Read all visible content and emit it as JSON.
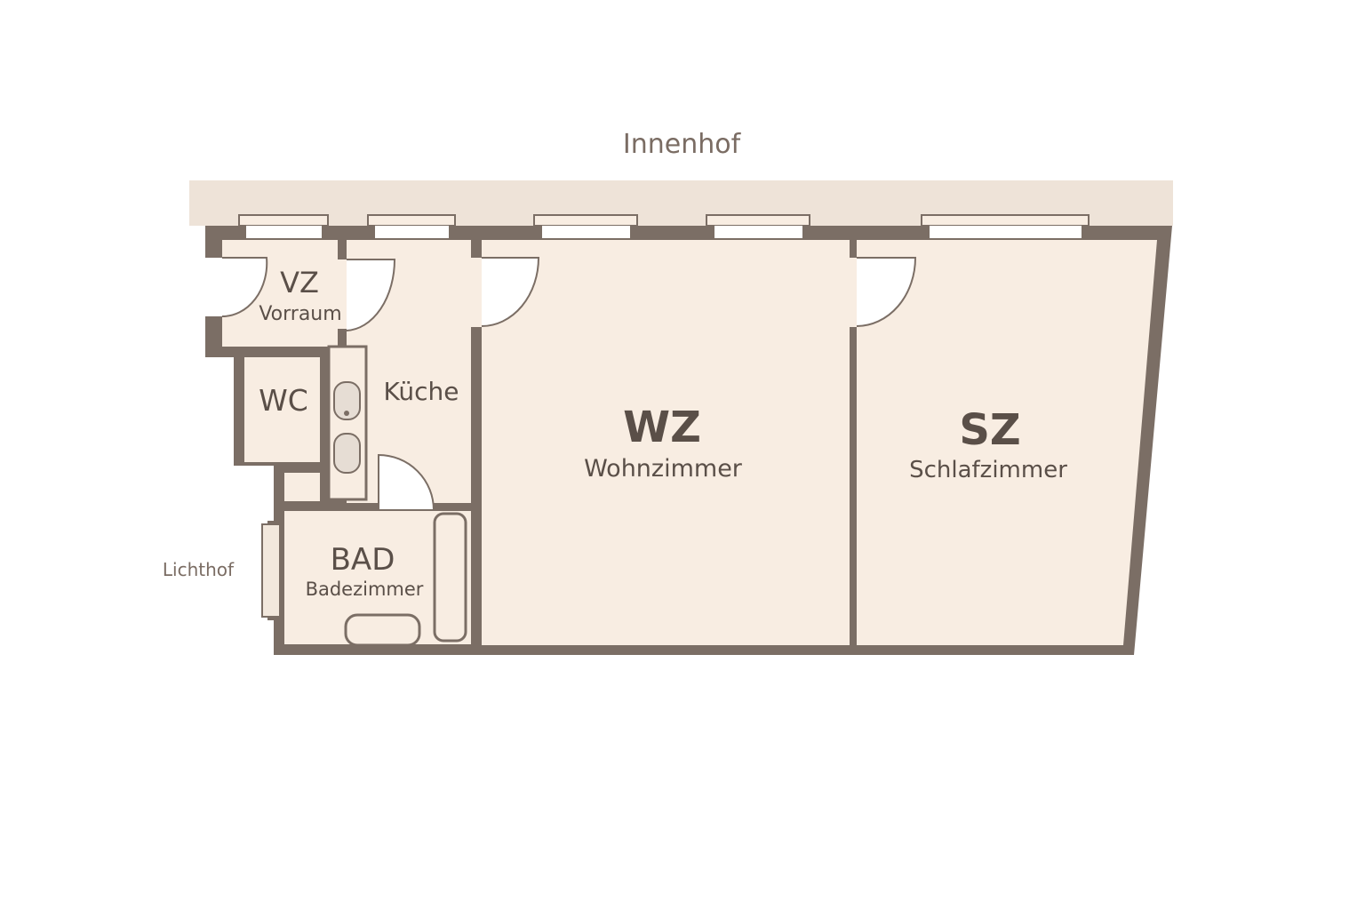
{
  "colors": {
    "background": "#ffffff",
    "floor": "#f8ede2",
    "wall": "#7b6e65",
    "courtyard_strip": "#eee3d8",
    "window": "#ffffff",
    "text": "#5a4f48",
    "outside_text": "#7a6c63"
  },
  "outside": {
    "courtyard_label": "Innenhof",
    "lightwell_label": "Lichthof"
  },
  "rooms": {
    "vz": {
      "code": "VZ",
      "name": "Vorraum"
    },
    "wc": {
      "code": "WC"
    },
    "kitchen": {
      "name": "Küche"
    },
    "bad": {
      "code": "BAD",
      "name": "Badezimmer"
    },
    "wz": {
      "code": "WZ",
      "name": "Wohnzimmer"
    },
    "sz": {
      "code": "SZ",
      "name": "Schlafzimmer"
    }
  }
}
